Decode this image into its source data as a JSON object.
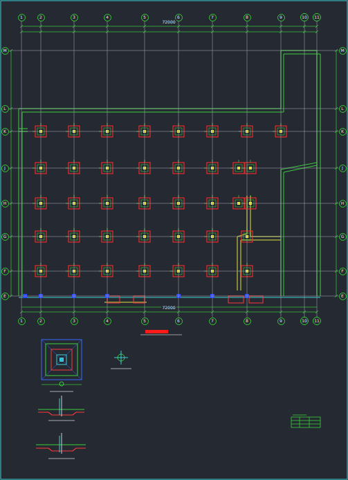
{
  "diagram": {
    "nodes": [
      {
        "text": [
          "1"
        ]
      },
      {
        "text": [
          "2"
        ]
      },
      {
        "text": [
          "3"
        ]
      },
      {
        "text": [
          "4"
        ]
      },
      {
        "text": [
          "5"
        ]
      },
      {
        "text": [
          "6"
        ]
      },
      {
        "text": [
          "7"
        ]
      },
      {
        "text": [
          "8"
        ]
      },
      {
        "text": [
          "9"
        ]
      },
      {
        "text": [
          "10"
        ]
      },
      {
        "text": [
          "11"
        ]
      },
      {
        "text": [
          "M"
        ]
      },
      {
        "text": [
          "L"
        ]
      },
      {
        "text": [
          "K"
        ]
      },
      {
        "text": [
          "J"
        ]
      },
      {
        "text": [
          "H"
        ]
      },
      {
        "text": [
          "G"
        ]
      },
      {
        "text": [
          "F"
        ]
      },
      {
        "text": [
          "E"
        ]
      },
      {
        "text": [
          "M"
        ]
      },
      {
        "text": [
          "L"
        ]
      },
      {
        "text": [
          "K"
        ]
      },
      {
        "text": [
          "J"
        ]
      },
      {
        "text": [
          "H"
        ]
      },
      {
        "text": [
          "G"
        ]
      },
      {
        "text": [
          "F"
        ]
      },
      {
        "text": [
          "E"
        ]
      },
      {
        "text": [
          "1"
        ]
      },
      {
        "text": [
          "2"
        ]
      },
      {
        "text": [
          "3"
        ]
      },
      {
        "text": [
          "4"
        ]
      },
      {
        "text": [
          "5"
        ]
      },
      {
        "text": [
          "6"
        ]
      },
      {
        "text": [
          "7"
        ]
      },
      {
        "text": [
          "8"
        ]
      },
      {
        "text": [
          "9"
        ]
      },
      {
        "text": [
          "10"
        ]
      },
      {
        "text": [
          "11"
        ]
      }
    ],
    "edges": [
      {
        "from": 0,
        "to": 27,
        "arrow": "none"
      },
      {
        "from": 1,
        "to": 28,
        "arrow": "none"
      },
      {
        "from": 2,
        "to": 29,
        "arrow": "none"
      },
      {
        "from": 3,
        "to": 30,
        "arrow": "none"
      },
      {
        "from": 4,
        "to": 31,
        "arrow": "none"
      },
      {
        "from": 5,
        "to": 32,
        "arrow": "none"
      },
      {
        "from": 6,
        "to": 33,
        "arrow": "none"
      },
      {
        "from": 7,
        "to": 34,
        "arrow": "none"
      },
      {
        "from": 8,
        "to": 35,
        "arrow": "none"
      },
      {
        "from": 9,
        "to": 36,
        "arrow": "none"
      },
      {
        "from": 10,
        "to": 37,
        "arrow": "none"
      },
      {
        "from": 11,
        "to": 19,
        "arrow": "none"
      },
      {
        "from": 12,
        "to": 20,
        "arrow": "none"
      },
      {
        "from": 13,
        "to": 21,
        "arrow": "none"
      },
      {
        "from": 14,
        "to": 22,
        "arrow": "none"
      },
      {
        "from": 15,
        "to": 23,
        "arrow": "none"
      },
      {
        "from": 16,
        "to": 24,
        "arrow": "none"
      },
      {
        "from": 17,
        "to": 25,
        "arrow": "none"
      },
      {
        "from": 18,
        "to": 26,
        "arrow": "none"
      }
    ],
    "labels": [
      "72000",
      "72000"
    ]
  }
}
